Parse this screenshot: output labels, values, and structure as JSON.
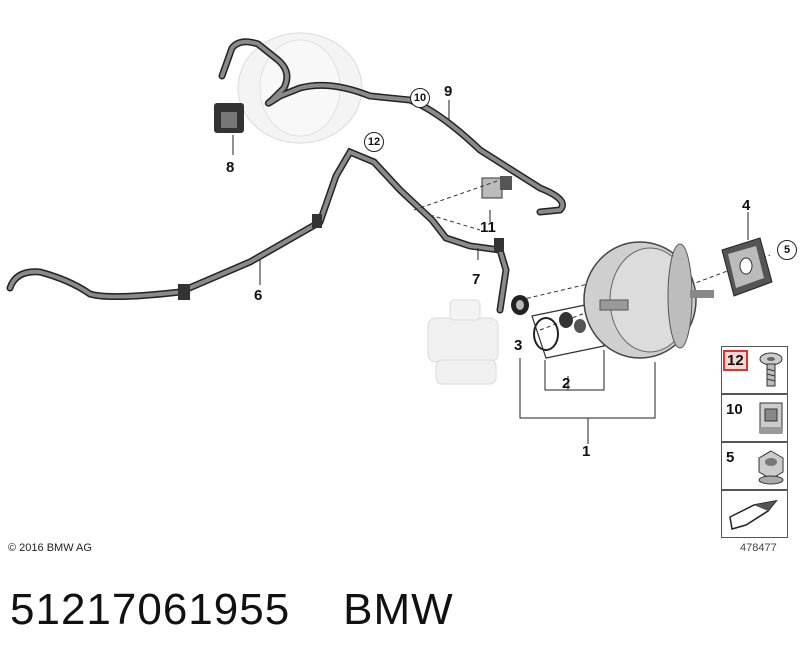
{
  "callouts": {
    "c1": "1",
    "c2": "2",
    "c3": "3",
    "c4": "4",
    "c5": "5",
    "c6": "6",
    "c7": "7",
    "c8": "8",
    "c9": "9",
    "c10": "10",
    "c11": "11",
    "c12": "12"
  },
  "legend": {
    "item12": "12",
    "item10": "10",
    "item5": "5"
  },
  "copyright": "© 2016 BMW AG",
  "diagram_id": "478477",
  "part_number": "51217061955",
  "brand": "BMW",
  "colors": {
    "line": "#222222",
    "hose_fill": "#7d7d7d",
    "part_gray": "#d4d4d4",
    "highlight_border": "#d0392b",
    "highlight_fill": "#f6d5d5"
  }
}
